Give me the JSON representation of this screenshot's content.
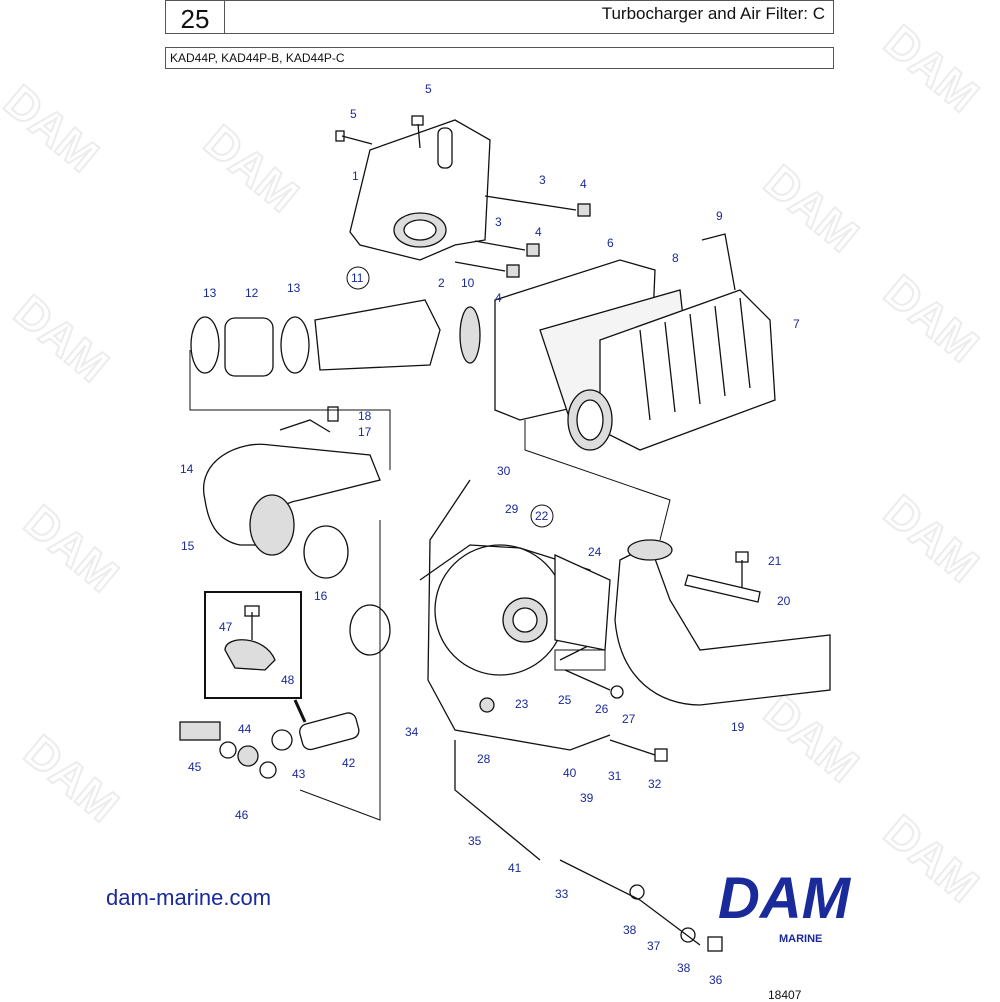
{
  "header": {
    "page_number": "25",
    "title": "Turbocharger and Air Filter: C",
    "models": "KAD44P, KAD44P-B, KAD44P-C"
  },
  "watermark": "DAM",
  "part_labels": [
    "1",
    "2",
    "3",
    "3",
    "4",
    "4",
    "4",
    "5",
    "5",
    "6",
    "7",
    "8",
    "9",
    "10",
    "11",
    "12",
    "13",
    "13",
    "14",
    "15",
    "16",
    "17",
    "18",
    "19",
    "20",
    "21",
    "22",
    "23",
    "24",
    "25",
    "26",
    "27",
    "28",
    "29",
    "30",
    "31",
    "32",
    "33",
    "34",
    "35",
    "36",
    "37",
    "38",
    "38",
    "39",
    "40",
    "41",
    "42",
    "43",
    "44",
    "45",
    "46",
    "47",
    "48"
  ],
  "website": "dam-marine.com",
  "logo": {
    "text": "DAM",
    "subtext": "MARINE",
    "color": "#1a2a9a"
  },
  "drawing_number": "18407",
  "colors": {
    "label_blue": "#1a2a9a",
    "line": "#111111"
  }
}
